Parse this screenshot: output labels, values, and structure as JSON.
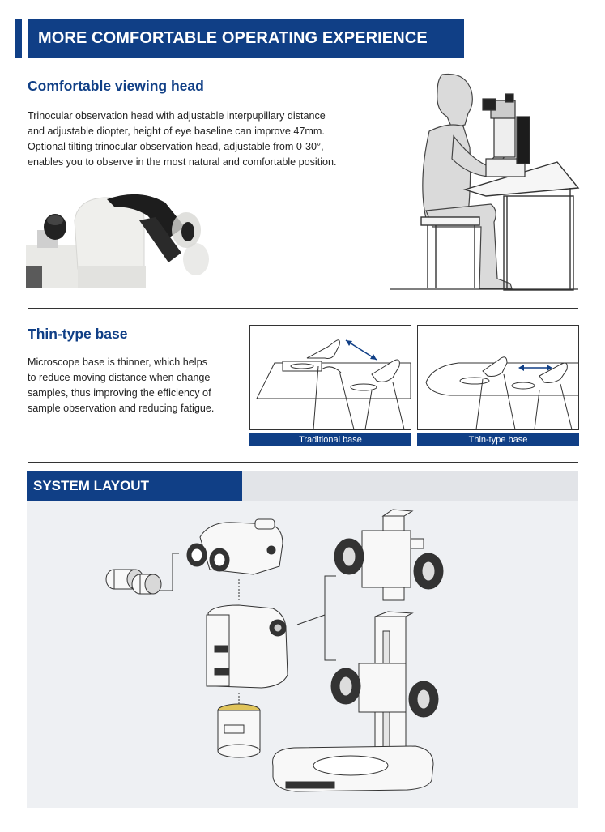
{
  "banner": {
    "title": "MORE COMFORTABLE OPERATING EXPERIENCE"
  },
  "viewing_head": {
    "heading": "Comfortable viewing head",
    "lines": [
      "Trinocular observation head with adjustable interpupillary distance",
      "and adjustable diopter,  height of eye baseline can improve 47mm.",
      "Optional tilting trinocular observation head, adjustable from 0-30°,",
      "enables you to observe in the most natural and comfortable position."
    ]
  },
  "thin_base": {
    "heading": "Thin-type base",
    "lines": [
      "Microscope base is thinner, which helps",
      "to reduce moving distance when change",
      "samples, thus improving the efficiency of",
      "sample observation and reducing fatigue."
    ],
    "captions": {
      "traditional": "Traditional base",
      "thin": "Thin-type base"
    }
  },
  "system_layout": {
    "title": "SYSTEM LAYOUT"
  },
  "colors": {
    "brand_blue": "#103f86",
    "panel_gray": "#eef0f3"
  }
}
